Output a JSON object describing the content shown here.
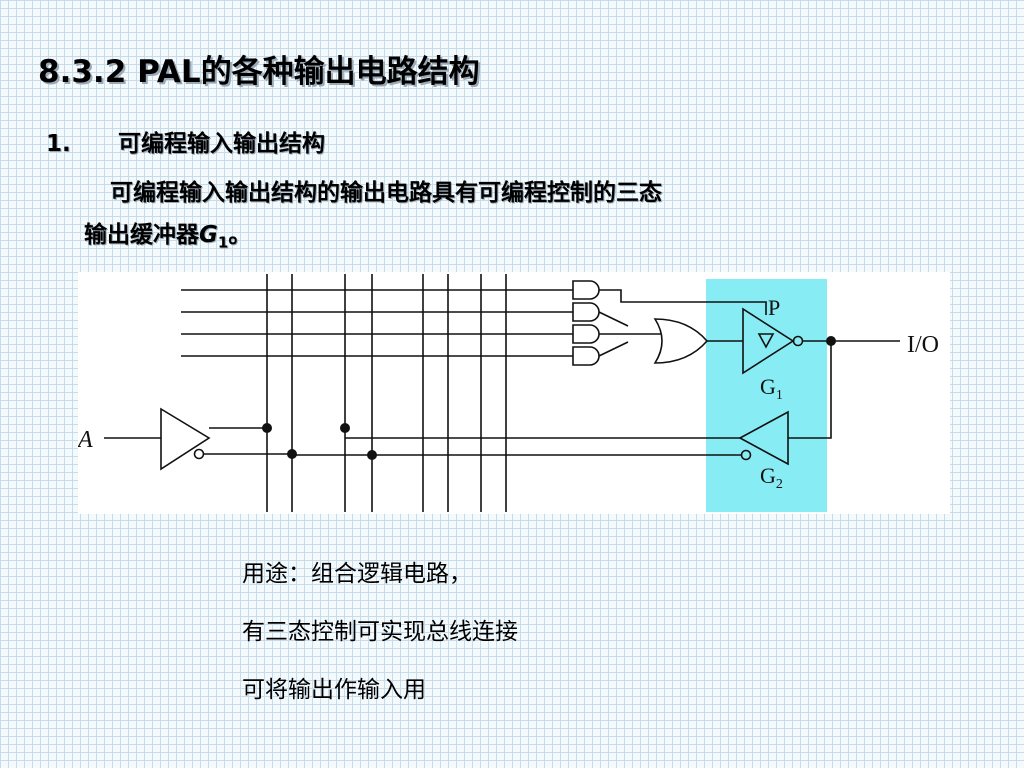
{
  "title": {
    "number": "8.3.2",
    "latin": "PAL",
    "text": "的各种输出电路结构"
  },
  "section": {
    "number": "1.",
    "heading": "可编程输入输出结构"
  },
  "paragraph": {
    "line1": "可编程输入输出结构的输出电路具有可编程控制的三态",
    "line2_prefix": "输出缓冲器",
    "gate_symbol": "G",
    "gate_subscript": "1",
    "line2_suffix": "。"
  },
  "diagram": {
    "labels": {
      "input_a": "A",
      "control_p": "P",
      "io": "I/O",
      "g1_base": "G",
      "g1_sub": "1",
      "g2_base": "G",
      "g2_sub": "2"
    },
    "colors": {
      "highlight": "#88ecf4",
      "line": "#111111"
    }
  },
  "usage": {
    "line1": "用途：组合逻辑电路，",
    "line2": "有三态控制可实现总线连接",
    "line3": "可将输出作输入用"
  },
  "colors": {
    "grid": "#c6dcec",
    "background": "#f4f9fc"
  }
}
